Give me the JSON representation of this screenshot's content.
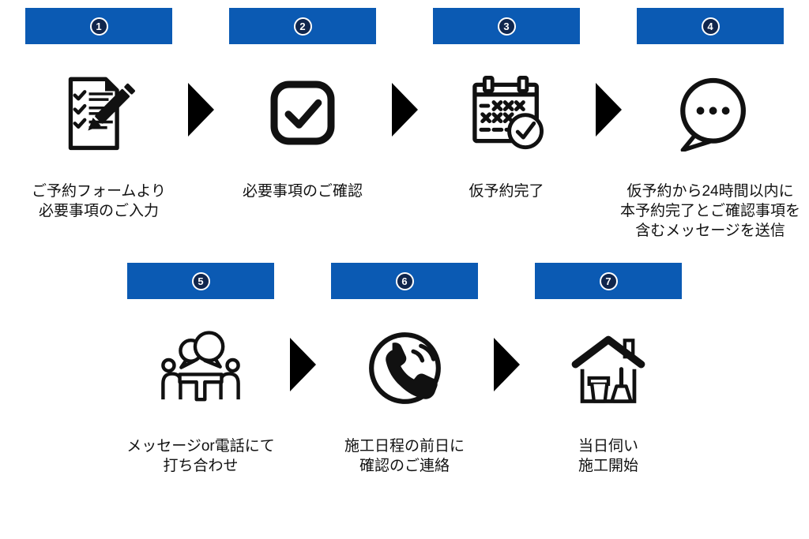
{
  "title": "reservation-to-work-flow",
  "colors": {
    "background": "#ffffff",
    "bar_blue": "#0b5ab3",
    "badge_fill": "#10264d",
    "badge_ring": "#ffffff",
    "arrow_black": "#000000",
    "icon_black": "#111111",
    "text": "#111111"
  },
  "rows": [
    {
      "steps": [
        {
          "number": "1",
          "icon": "form-pen-icon",
          "caption_lines": [
            "ご予約フォームより",
            "必要事項のご入力"
          ]
        },
        {
          "number": "2",
          "icon": "checkbox-check-icon",
          "caption_lines": [
            "必要事項のご確認"
          ]
        },
        {
          "number": "3",
          "icon": "calendar-check-icon",
          "caption_lines": [
            "仮予約完了"
          ]
        },
        {
          "number": "4",
          "icon": "chat-bubble-icon",
          "caption_lines": [
            "仮予約から24時間以内に",
            "本予約完了とご確認事項を",
            "含むメッセージを送信"
          ]
        }
      ]
    },
    {
      "steps": [
        {
          "number": "5",
          "icon": "meeting-discussion-icon",
          "caption_lines": [
            "メッセージor電話にて",
            "打ち合わせ"
          ]
        },
        {
          "number": "6",
          "icon": "phone-call-icon",
          "caption_lines": [
            "施工日程の前日に",
            "確認のご連絡"
          ]
        },
        {
          "number": "7",
          "icon": "house-cleaning-icon",
          "caption_lines": [
            "当日伺い",
            "施工開始"
          ]
        }
      ]
    }
  ]
}
